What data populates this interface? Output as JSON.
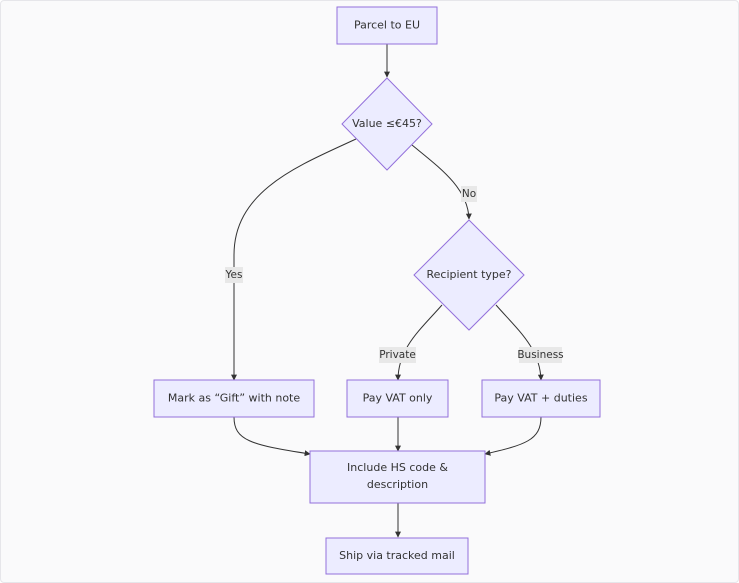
{
  "diagram": {
    "nodes": {
      "parcel": "Parcel to EU",
      "value_check": "Value ≤€45?",
      "recipient_type": "Recipient type?",
      "gift": "Mark as “Gift” with note",
      "vat_only": "Pay VAT only",
      "vat_duties": "Pay VAT + duties",
      "hs_code_line1": "Include HS code &",
      "hs_code_line2": "description",
      "ship": "Ship via tracked mail"
    },
    "edges": {
      "yes": "Yes",
      "no": "No",
      "private": "Private",
      "business": "Business"
    },
    "colors": {
      "node_fill": "#ececff",
      "node_stroke": "#9370db",
      "edge": "#333333",
      "label_bg": "#e8e8e8"
    }
  }
}
